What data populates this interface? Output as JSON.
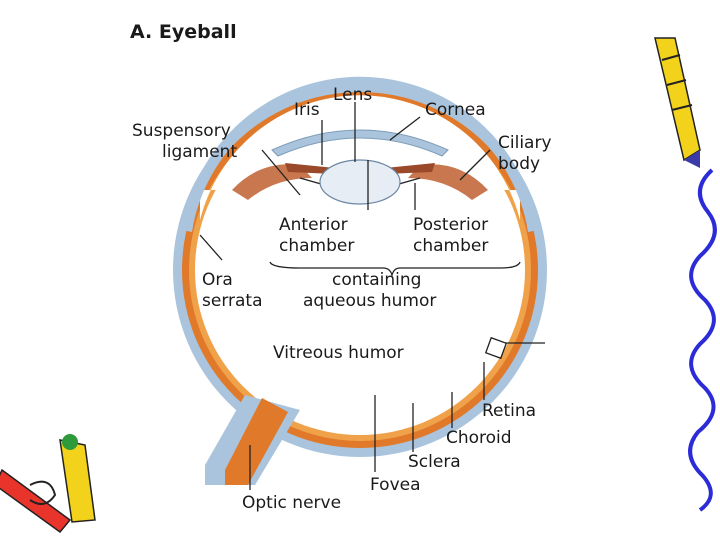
{
  "title": "A. Eyeball",
  "labels": {
    "lens": "Lens",
    "iris": "Iris",
    "cornea": "Cornea",
    "suspensory_1": "Suspensory",
    "suspensory_2": "ligament",
    "ciliary_1": "Ciliary",
    "ciliary_2": "body",
    "anterior_1": "Anterior",
    "anterior_2": "chamber",
    "posterior_1": "Posterior",
    "posterior_2": "chamber",
    "containing_1": "containing",
    "containing_2": "aqueous humor",
    "ora_1": "Ora",
    "ora_2": "serrata",
    "vitreous": "Vitreous humor",
    "retina": "Retina",
    "choroid": "Choroid",
    "sclera": "Sclera",
    "fovea": "Fovea",
    "optic_nerve": "Optic nerve"
  },
  "colors": {
    "sclera": "#a9c4dc",
    "choroid": "#e07a2a",
    "retina": "#f0a24a",
    "lens": "#e6edf5",
    "ciliary": "#c9774f",
    "pencil_yellow": "#f2d21a",
    "pencil_blue": "#3a3aa8",
    "squiggle": "#2b2bd8",
    "pencil_red": "#e8342a",
    "pencil_green": "#2e9a3a"
  }
}
